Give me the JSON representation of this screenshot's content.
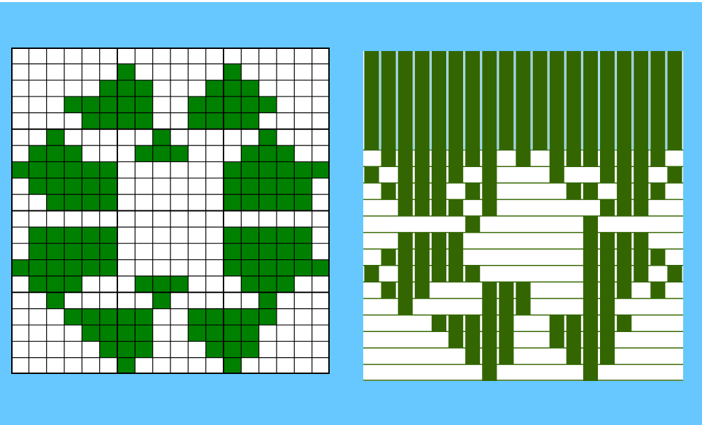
{
  "colors": {
    "background": "#66c8ff",
    "grid_fill": "#008000",
    "grid_line": "#000000",
    "grid_empty": "#ffffff",
    "weave_fill": "#336600",
    "weave_empty": "#ffffff",
    "weave_line": "#336600"
  },
  "pattern_grid": {
    "rows": [
      "000000000000000000",
      "000000100000100000",
      "000001110001110000",
      "000111110011111000",
      "000011110011110000",
      "001000001000001000",
      "011100011100011100",
      "111111000000111111",
      "011111000000111110",
      "001111000000111110",
      "000000000000000000",
      "011111000000111110",
      "011111000000111110",
      "111111000000111111",
      "011100011100011100",
      "001000001000001000",
      "000111110011111000",
      "000011110011110000",
      "000001110001110000",
      "000000100000100000"
    ]
  },
  "weave_draft": {
    "warp_columns": 19,
    "rows": [
      "1111111111111111111",
      "1111111111111111111",
      "1111111111111111111",
      "1111111111111111111",
      "1111111111111111111",
      "1111111111111111111",
      "0111111101011111110",
      "1011110100010011101",
      "0111101100001101110",
      "0011110100000011100",
      "0000001000000100000",
      "0011110000000111100",
      "0111110000000111110",
      "1011111000000111101",
      "0111000111000111010",
      "0010000111000110000",
      "0000111110011111000",
      "0000011110011110000",
      "0000001110001110000",
      "0000000100000100000"
    ]
  }
}
